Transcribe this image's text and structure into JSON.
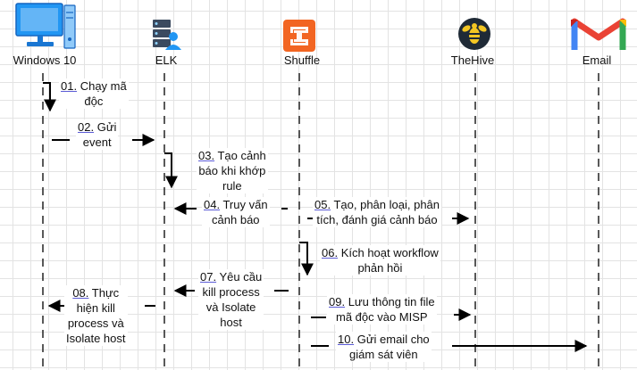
{
  "actors": [
    {
      "id": "win",
      "label": "Windows 10",
      "icon": "computer-icon"
    },
    {
      "id": "elk",
      "label": "ELK",
      "icon": "server-user-icon"
    },
    {
      "id": "shuffle",
      "label": "Shuffle",
      "icon": "shuffle-logo-icon"
    },
    {
      "id": "thehive",
      "label": "TheHive",
      "icon": "bee-logo-icon"
    },
    {
      "id": "email",
      "label": "Email",
      "icon": "gmail-logo-icon"
    }
  ],
  "steps": [
    {
      "num": "01.",
      "line1": "Chạy mã",
      "line2": "độc"
    },
    {
      "num": "02.",
      "line1": "Gửi",
      "line2": "event"
    },
    {
      "num": "03.",
      "line1": "Tạo cảnh",
      "line2": "báo khi khớp",
      "line3": "rule"
    },
    {
      "num": "04.",
      "line1": "Truy vấn",
      "line2": "cảnh báo"
    },
    {
      "num": "05.",
      "line1": "Tạo, phân loại, phân",
      "line2": "tích, đánh giá cảnh báo"
    },
    {
      "num": "06.",
      "line1": "Kích hoạt workflow",
      "line2": "phản hồi"
    },
    {
      "num": "07.",
      "line1": "Yêu cầu",
      "line2": "kill process",
      "line3": "và Isolate",
      "line4": "host"
    },
    {
      "num": "08.",
      "line1": "Thực",
      "line2": "hiện kill",
      "line3": "process và",
      "line4": "Isolate host"
    },
    {
      "num": "09.",
      "line1": "Lưu thông tin file",
      "line2": "mã độc vào MISP"
    },
    {
      "num": "10.",
      "line1": "Gửi email cho",
      "line2": "giám sát viên"
    }
  ],
  "colors": {
    "lifeline": "#222222",
    "arrow": "#000000",
    "shuffle_orange": "#f26522",
    "hive_yellow": "#f3c623",
    "gmail_red": "#ea4335",
    "gmail_blue": "#4285f4",
    "gmail_green": "#34a853",
    "gmail_yellow": "#fbbc04",
    "computer_blue": "#2196f3"
  }
}
